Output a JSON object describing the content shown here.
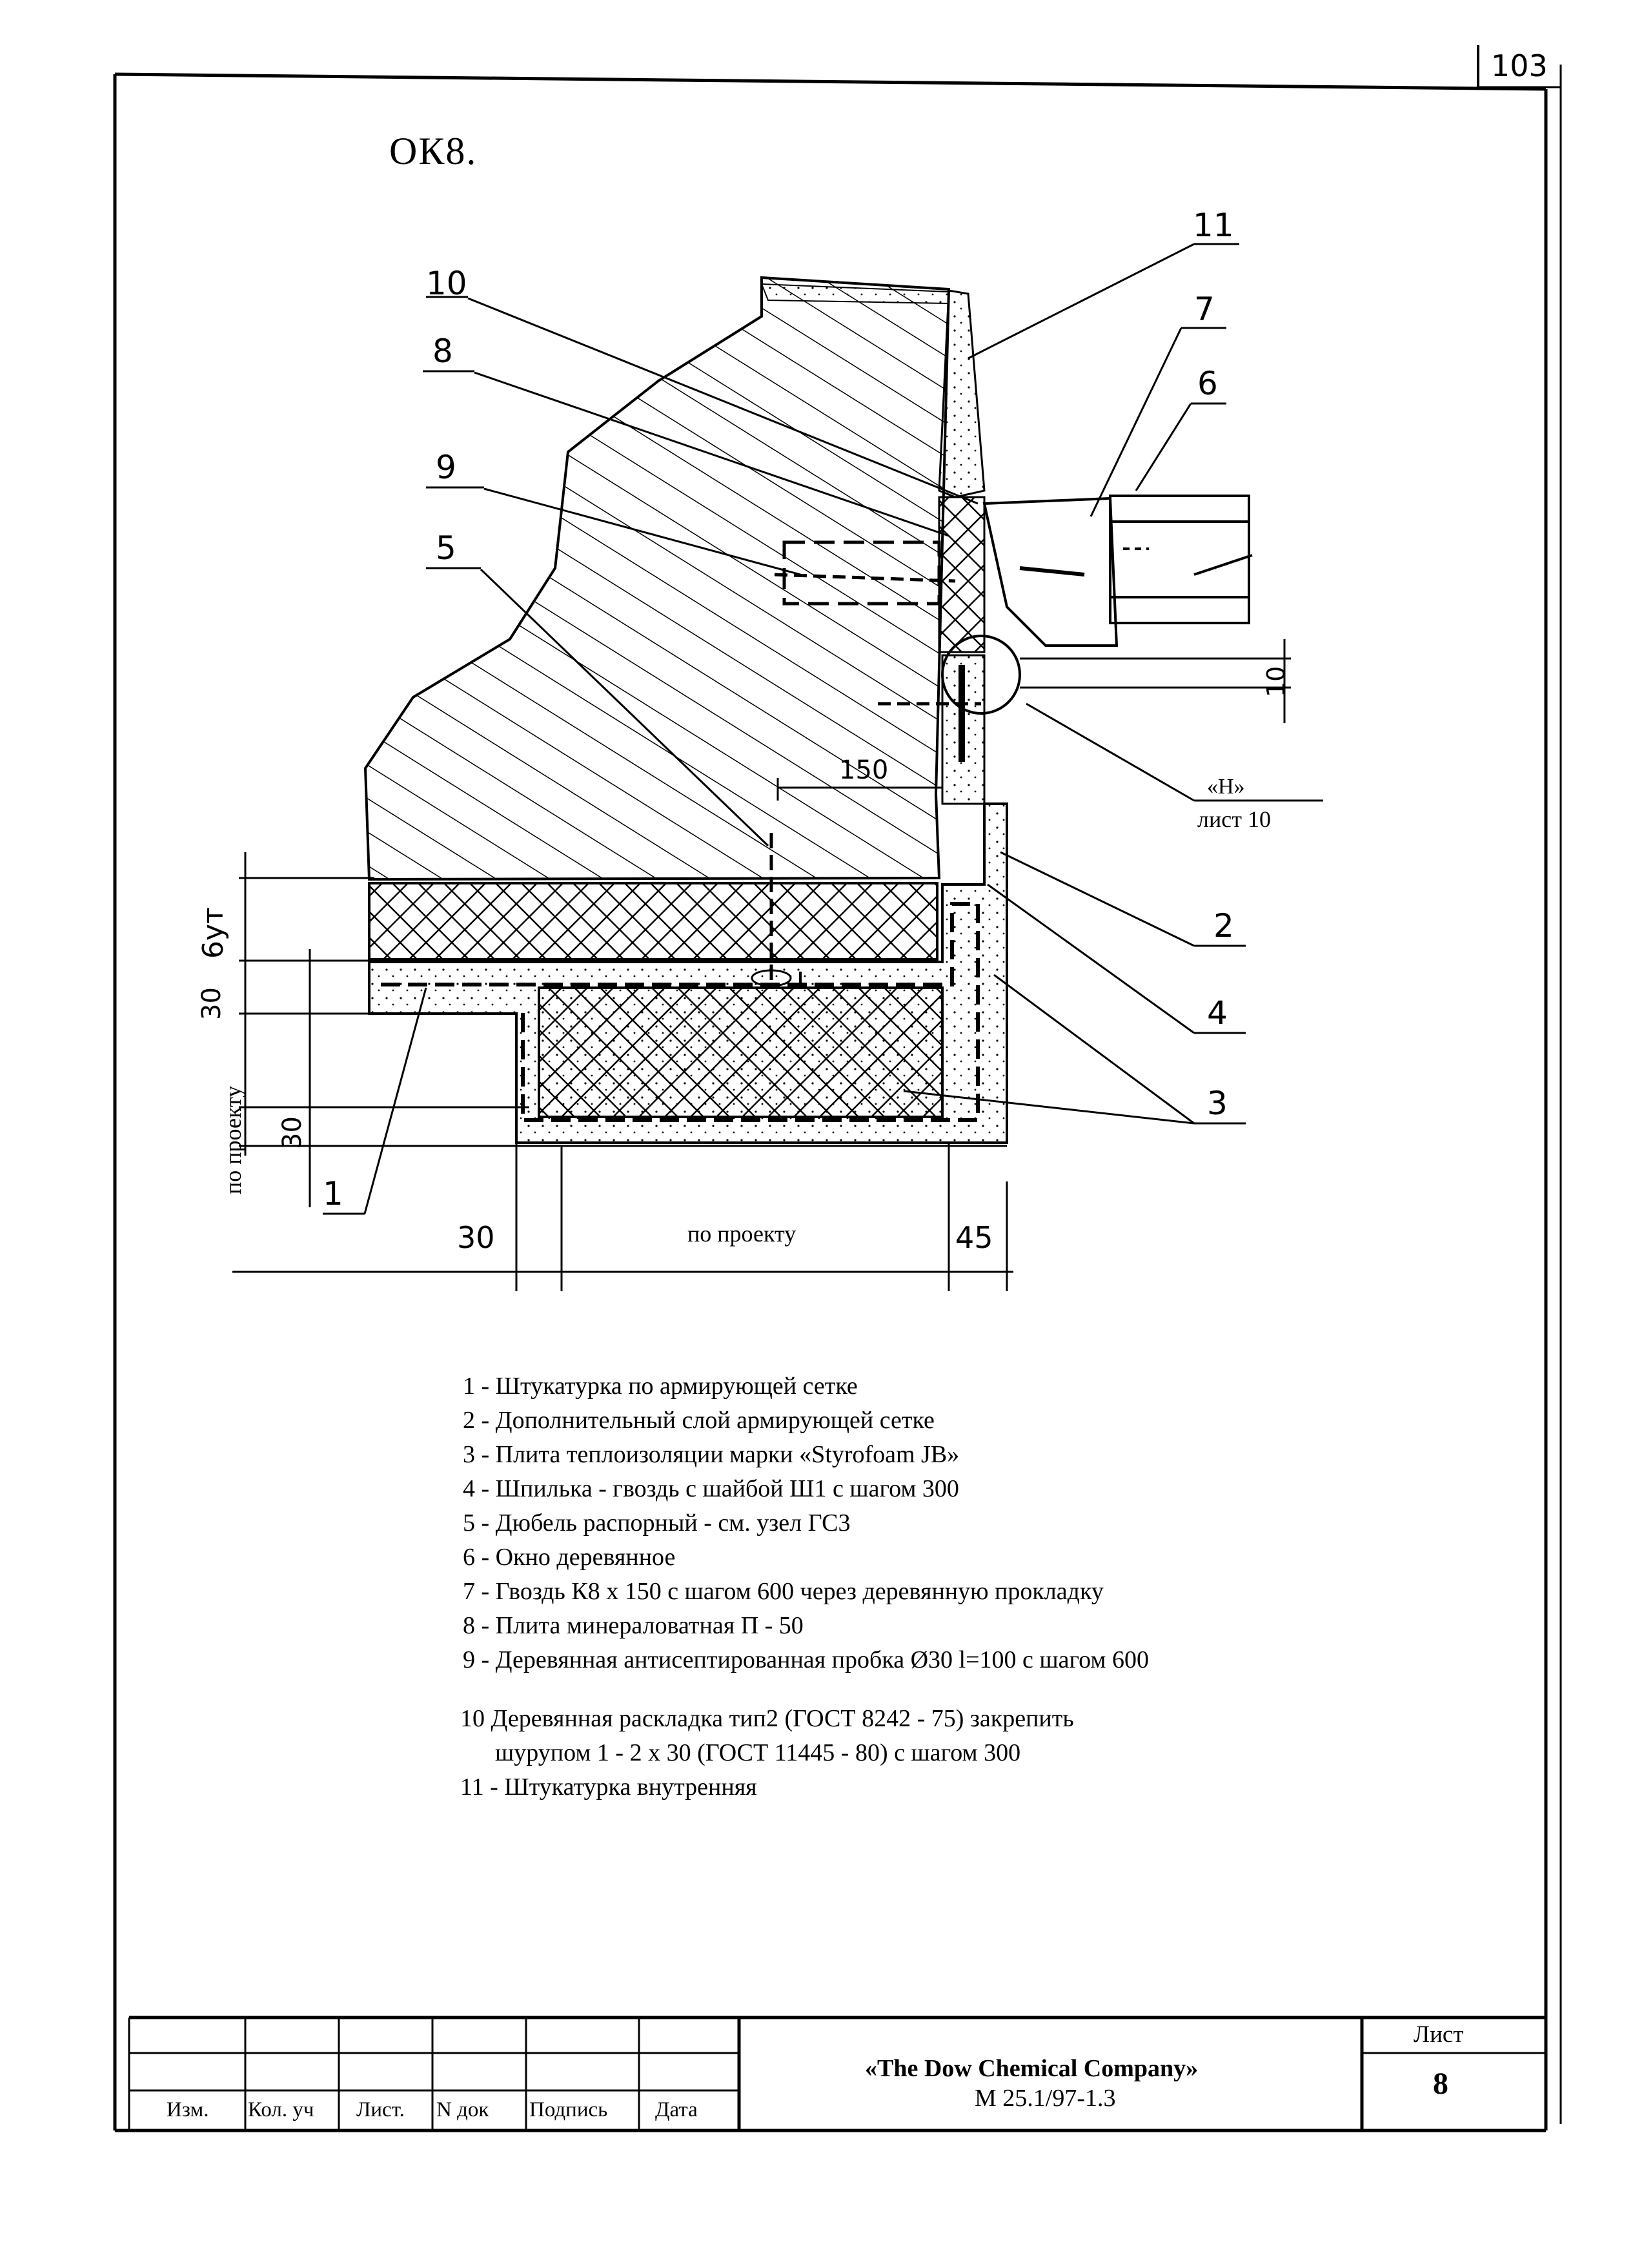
{
  "page_number": "103",
  "detail_title": "ОК8.",
  "drawing": {
    "callouts": [
      "1",
      "2",
      "3",
      "4",
      "5",
      "6",
      "7",
      "8",
      "9",
      "10",
      "11"
    ],
    "dimensions": {
      "top_150": "150",
      "side_10": "10",
      "left_6ut": "6ут",
      "left_30_top": "30",
      "left_30_bottom": "30",
      "left_by_project": "по проекту",
      "bottom_30": "30",
      "bottom_by_project": "по проекту",
      "bottom_45": "45"
    },
    "reference_node": "«Н»",
    "reference_sheet": "лист 10"
  },
  "legend": [
    "1 - Штукатурка по армирующей сетке",
    "2 - Дополнительный слой армирующей сетке",
    "3 - Плита теплоизоляции   марки «Styrofoam JB»",
    "4 - Шпилька - гвоздь с шайбой Ш1 с шагом 300",
    "5 - Дюбель распорный - см. узел ГС3",
    "6 - Окно деревянное",
    "7 - Гвоздь К8 х 150 с шагом 600 через деревянную прокладку",
    "8 - Плита минераловатная П - 50",
    "9 - Деревянная антисептированная пробка Ø30 l=100 с шагом 600",
    "10 Деревянная раскладка тип2 (ГОСТ 8242 - 75) закрепить",
    "шурупом 1 - 2 х 30 (ГОСТ 11445 - 80) с шагом 300",
    "11 - Штукатурка внутренняя"
  ],
  "title_block": {
    "columns": [
      "Изм.",
      "Кол. уч",
      "Лист.",
      "N док",
      "Подпись",
      "Дата"
    ],
    "company": "«The Dow Chemical Company»",
    "document_number": "М 25.1/97-1.3",
    "sheet_label": "Лист",
    "sheet_value": "8"
  }
}
